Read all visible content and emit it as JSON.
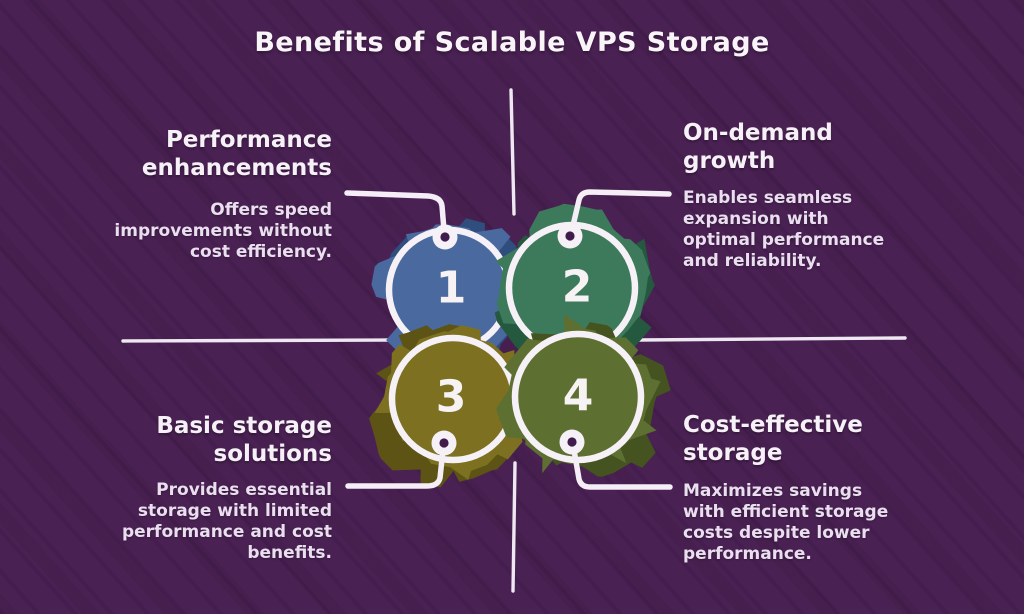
{
  "title": "Benefits of Scalable VPS Storage",
  "background_color": "#4a2153",
  "line_color": "#f5eef6",
  "circles": [
    {
      "number": "1",
      "fill_color": "#4a699e",
      "shade_color": "#2f4d7d"
    },
    {
      "number": "2",
      "fill_color": "#3d7a5b",
      "shade_color": "#25593f"
    },
    {
      "number": "3",
      "fill_color": "#7d7121",
      "shade_color": "#5c5315"
    },
    {
      "number": "4",
      "fill_color": "#5e7031",
      "shade_color": "#44531f"
    }
  ],
  "quadrants": {
    "top_left": {
      "heading_lines": [
        "Performance",
        "enhancements"
      ],
      "body_lines": [
        "Offers speed",
        "improvements without",
        "cost efficiency."
      ]
    },
    "top_right": {
      "heading_lines": [
        "On-demand",
        "growth"
      ],
      "body_lines": [
        "Enables seamless",
        "expansion with",
        "optimal performance",
        "and reliability."
      ]
    },
    "bottom_left": {
      "heading_lines": [
        "Basic storage",
        "solutions"
      ],
      "body_lines": [
        "Provides essential",
        "storage with limited",
        "performance and cost",
        "benefits."
      ]
    },
    "bottom_right": {
      "heading_lines": [
        "Cost-effective",
        "storage"
      ],
      "body_lines": [
        "Maximizes savings",
        "with efficient storage",
        "costs despite lower",
        "performance."
      ]
    }
  }
}
